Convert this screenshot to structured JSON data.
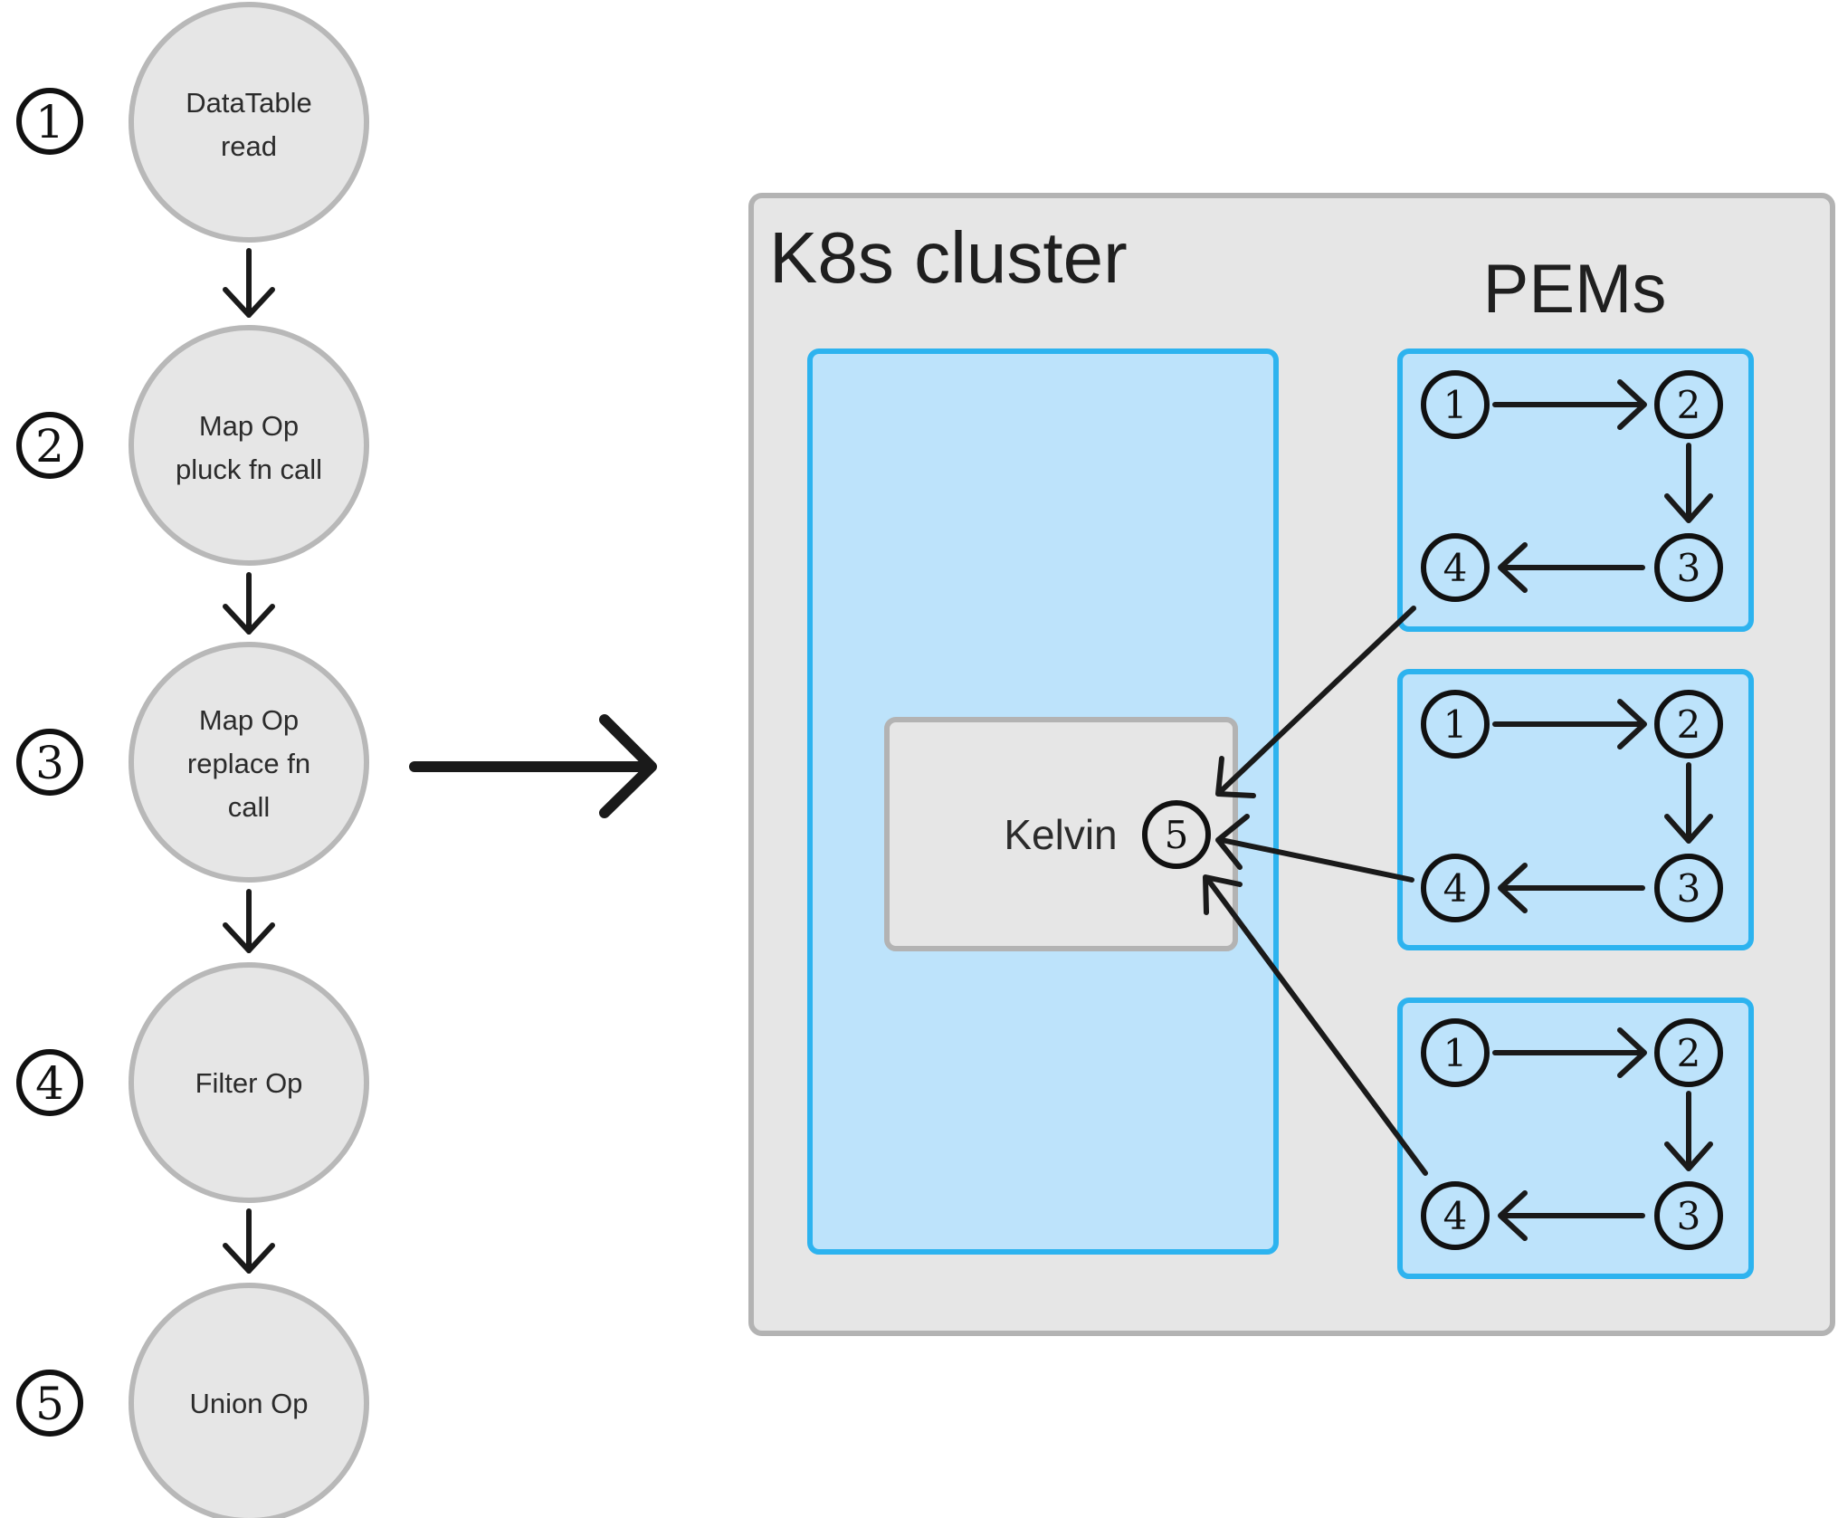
{
  "pipeline": {
    "steps": [
      {
        "number": "1",
        "lines": [
          "DataTable",
          "read"
        ]
      },
      {
        "number": "2",
        "lines": [
          "Map Op",
          "pluck fn call"
        ]
      },
      {
        "number": "3",
        "lines": [
          "Map Op",
          "replace fn",
          "call"
        ]
      },
      {
        "number": "4",
        "lines": [
          "Filter Op"
        ]
      },
      {
        "number": "5",
        "lines": [
          "Union Op"
        ]
      }
    ]
  },
  "cluster": {
    "title": "K8s cluster",
    "pems_title": "PEMs",
    "kelvin_label": "Kelvin",
    "kelvin_step": "5",
    "pem_steps": [
      "1",
      "2",
      "3",
      "4"
    ]
  },
  "colors": {
    "node_fill": "#e6e6e6",
    "node_stroke": "#b8b8b8",
    "cluster_fill": "#e6e6e6",
    "cluster_stroke": "#b3b3b3",
    "blue_fill": "#bde3fb",
    "blue_stroke": "#2db3ef",
    "ink": "#1a1a1a"
  }
}
